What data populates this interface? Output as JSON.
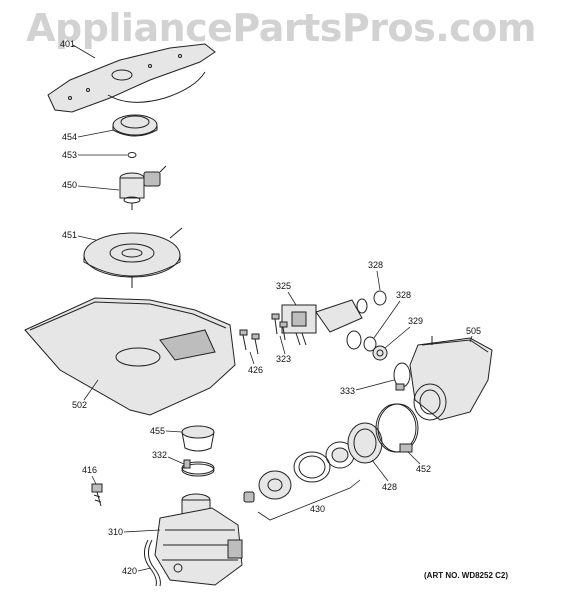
{
  "watermark": "AppliancePartsPros.com",
  "art_number": "(ART NO. WD8252 C2)",
  "callouts": {
    "c401": "401",
    "c454": "454",
    "c453": "453",
    "c450": "450",
    "c451": "451",
    "c502": "502",
    "c455": "455",
    "c332": "332",
    "c416": "416",
    "c310": "310",
    "c420": "420",
    "c325": "325",
    "c328a": "328",
    "c328b": "328",
    "c329": "329",
    "c323": "323",
    "c426": "426",
    "c505": "505",
    "c333": "333",
    "c452": "452",
    "c428": "428",
    "c430": "430"
  }
}
